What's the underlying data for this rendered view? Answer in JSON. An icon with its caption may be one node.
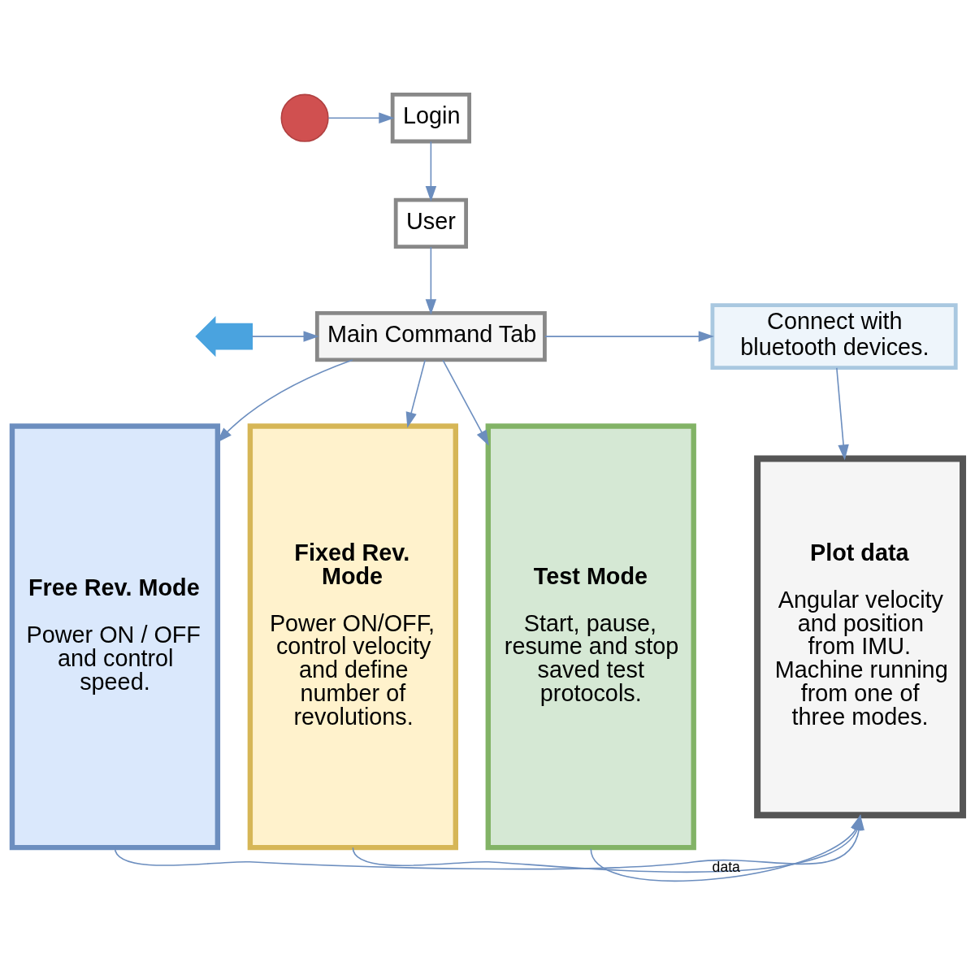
{
  "diagram": {
    "nodes": [
      {
        "text": [],
        "shape": "circle"
      },
      {
        "text": [
          "Login"
        ]
      },
      {
        "text": [
          "User"
        ]
      },
      {
        "text": [
          "Main Command Tab"
        ]
      },
      {
        "text": [],
        "shape": "arrow"
      },
      {
        "text": [
          "Connect with bluetooth devices."
        ]
      },
      {
        "text": [
          "Free Rev. Mode",
          "Power ON / OFF and control speed."
        ]
      },
      {
        "text": [
          "Fixed Rev. Mode",
          "Power ON/OFF, control velocity and define number of revolutions."
        ]
      },
      {
        "text": [
          "Test Mode",
          "Start, pause, resume and stop saved test protocols."
        ]
      },
      {
        "text": [
          "Plot data",
          "Angular velocity and position from IMU. Machine running from one of three modes."
        ]
      }
    ],
    "edges": [
      {
        "from": 0,
        "to": 1,
        "arrow": "to"
      },
      {
        "from": 1,
        "to": 2,
        "arrow": "to"
      },
      {
        "from": 2,
        "to": 3,
        "arrow": "to"
      },
      {
        "from": 4,
        "to": 3,
        "arrow": "to"
      },
      {
        "from": 3,
        "to": 5,
        "arrow": "to"
      },
      {
        "from": 3,
        "to": 6,
        "arrow": "to"
      },
      {
        "from": 3,
        "to": 7,
        "arrow": "to"
      },
      {
        "from": 3,
        "to": 8,
        "arrow": "to"
      },
      {
        "from": 5,
        "to": 9,
        "arrow": "to"
      },
      {
        "from": 6,
        "to": 9,
        "arrow": "to"
      },
      {
        "from": 7,
        "to": 9,
        "arrow": "to"
      },
      {
        "from": 8,
        "to": 9,
        "label": "data",
        "arrow": "to"
      }
    ]
  }
}
